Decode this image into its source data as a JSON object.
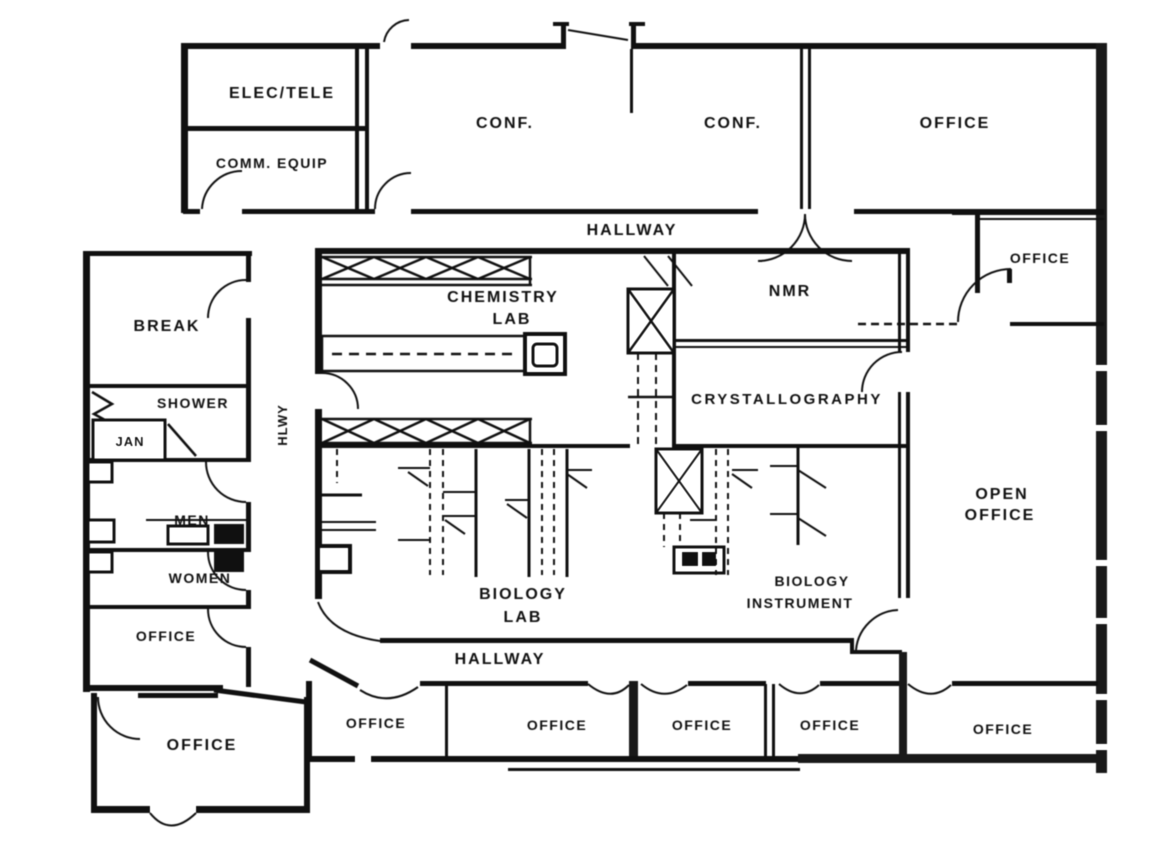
{
  "plan": {
    "colors": {
      "ink": "#1c1c1c",
      "paper": "#ffffff"
    },
    "rooms": {
      "elec_tele": {
        "label": "ELEC/TELE"
      },
      "comm_equip": {
        "label": "COMM. EQUIP"
      },
      "conf_a": {
        "label": "CONF."
      },
      "conf_b": {
        "label": "CONF."
      },
      "office_top": {
        "label": "OFFICE"
      },
      "office_ne": {
        "label": "OFFICE"
      },
      "break_room": {
        "label": "BREAK"
      },
      "shower": {
        "label": "SHOWER"
      },
      "janitor": {
        "label": "JAN"
      },
      "mens_room": {
        "label": "MEN"
      },
      "womens_room": {
        "label": "WOMEN"
      },
      "office_west": {
        "label": "OFFICE"
      },
      "chemistry_lab": {
        "line1": "CHEMISTRY",
        "line2": "LAB"
      },
      "nmr": {
        "label": "NMR"
      },
      "crystallography": {
        "label": "CRYSTALLOGRAPHY"
      },
      "biology_lab": {
        "line1": "BIOLOGY",
        "line2": "LAB"
      },
      "biology_instrument": {
        "line1": "BIOLOGY",
        "line2": "INSTRUMENT"
      },
      "open_office": {
        "line1": "OPEN",
        "line2": "OFFICE"
      },
      "office_sw": {
        "label": "OFFICE"
      },
      "office_s1": {
        "label": "OFFICE"
      },
      "office_s2": {
        "label": "OFFICE"
      },
      "office_s3": {
        "label": "OFFICE"
      },
      "office_s4": {
        "label": "OFFICE"
      },
      "office_s5": {
        "label": "OFFICE"
      }
    },
    "corridors": {
      "hallway_top": {
        "label": "HALLWAY"
      },
      "hallway_bottom": {
        "label": "HALLWAY"
      },
      "hallway_west": {
        "label": "HLWY"
      }
    }
  }
}
